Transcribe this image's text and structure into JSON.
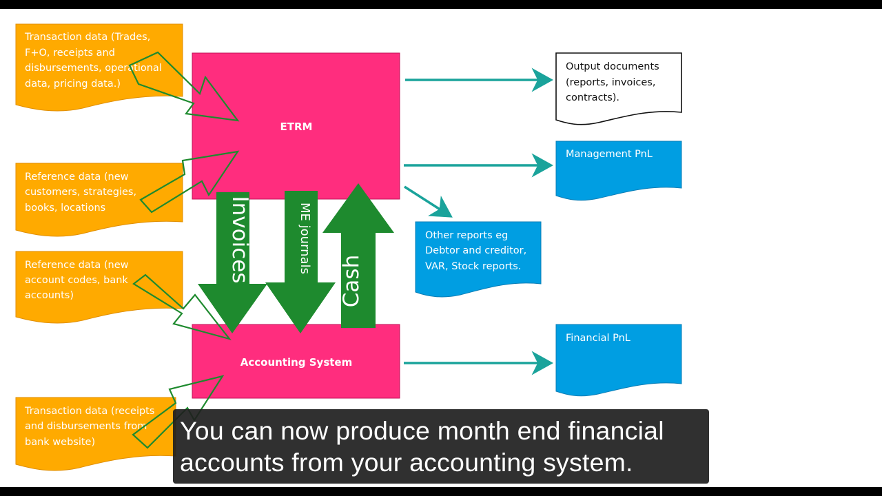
{
  "inputs": {
    "transaction_top": [
      "Transaction data (Trades,",
      "F+O, receipts and",
      "disbursements, operational",
      "data, pricing data.)"
    ],
    "reference_top": [
      "Reference data (new",
      "customers, strategies,",
      "books, locations"
    ],
    "reference_bottom": [
      "Reference data (new",
      "account codes, bank",
      "accounts)"
    ],
    "transaction_bottom": [
      "Transaction data (receipts",
      "and disbursements from",
      "bank website)"
    ]
  },
  "systems": {
    "etrm": "ETRM",
    "accounting": "Accounting System"
  },
  "flows": {
    "invoices": "Invoices",
    "me_journals": "ME journals",
    "cash": "Cash"
  },
  "outputs": {
    "output_documents": [
      "Output documents",
      "(reports, invoices,",
      "contracts)."
    ],
    "management_pnl": [
      "Management PnL"
    ],
    "other_reports": [
      "Other reports eg",
      "Debtor and creditor,",
      "VAR, Stock reports."
    ],
    "financial_pnl": [
      "Financial PnL"
    ]
  },
  "caption": {
    "line1": "You can now produce month end financial",
    "line2": "accounts from your accounting system."
  },
  "colors": {
    "input_doc": "#FFAA00",
    "system": "#FF2D7E",
    "flow_arrow": "#1E8A2E",
    "output_doc": "#009EE2",
    "connector": "#1AA39B"
  }
}
